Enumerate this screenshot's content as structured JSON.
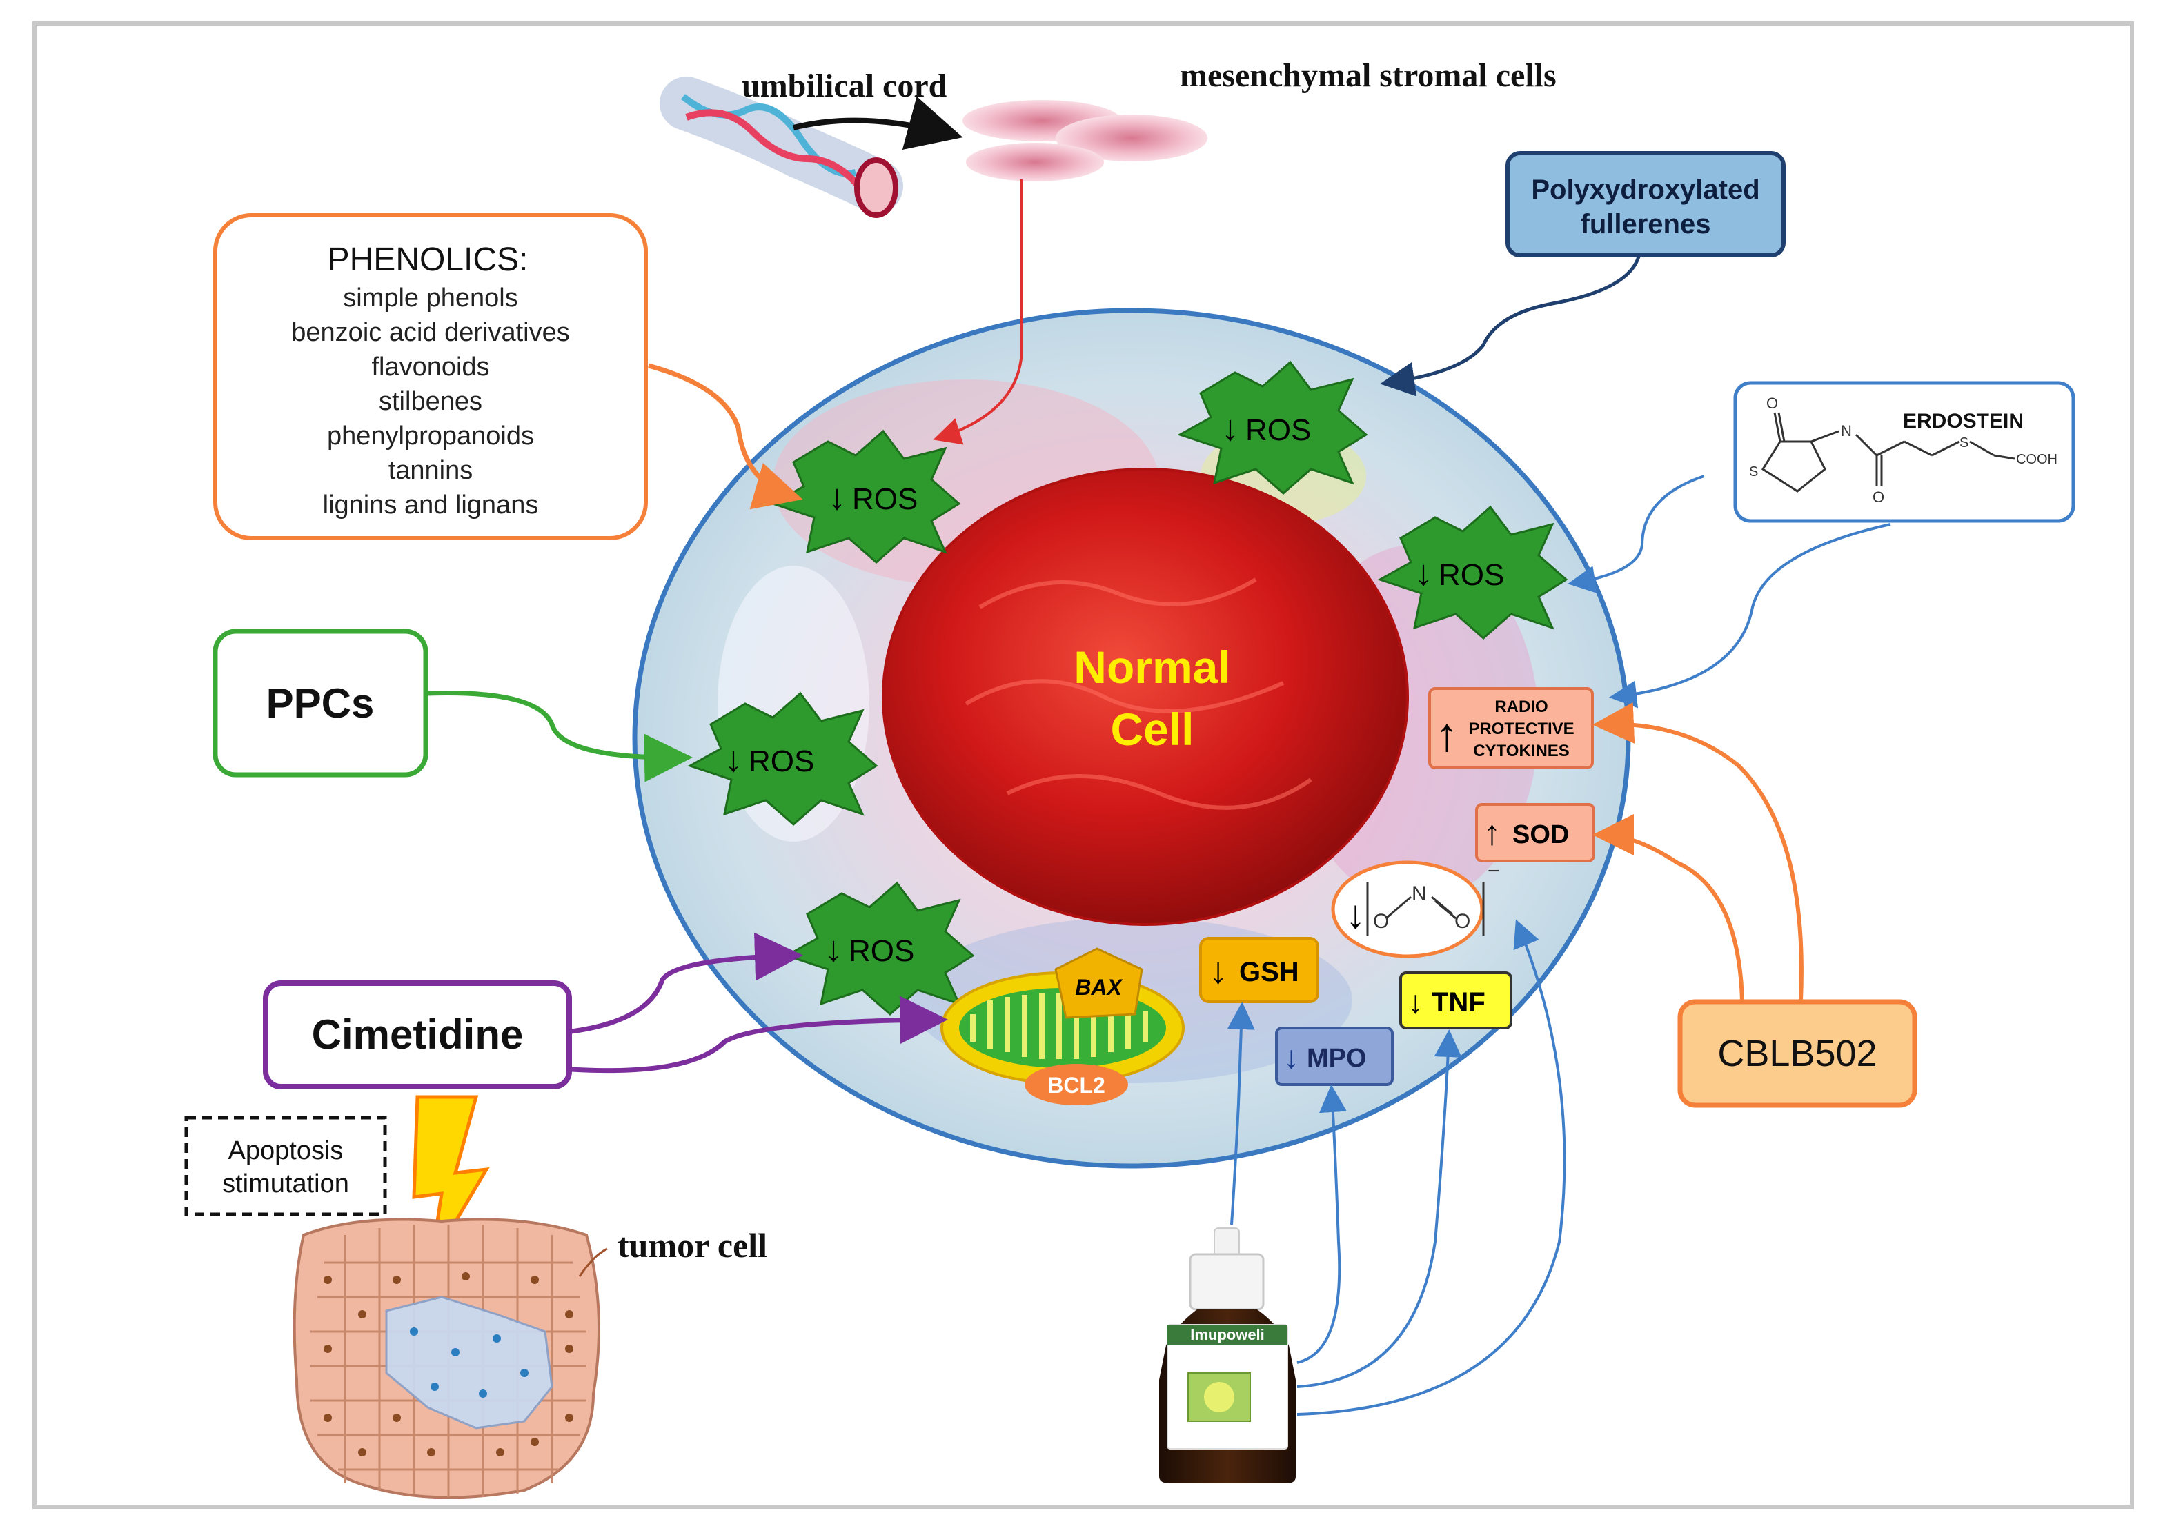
{
  "labels": {
    "umbilical_cord": "umbilical cord",
    "msc": "mesenchymal stromal cells",
    "fullerenes_line1": "Polyxydroxylated",
    "fullerenes_line2": "fullerenes",
    "phenolics_title": "PHENOLICS:",
    "phenolics_items": [
      "simple phenols",
      "benzoic acid derivatives",
      "flavonoids",
      "stilbenes",
      "phenylpropanoids",
      "tannins",
      "lignins and lignans"
    ],
    "ppcs": "PPCs",
    "cimetidine": "Cimetidine",
    "apoptosis_line1": "Apoptosis",
    "apoptosis_line2": "stimutation",
    "tumor_cell": "tumor cell",
    "erdostein": "ERDOSTEIN",
    "chem_o": "O",
    "chem_s1": "S",
    "chem_n": "N",
    "chem_o2": "O",
    "chem_s2": "S",
    "chem_cooh": "COOH",
    "cblb502": "CBLB502",
    "normal_line1": "Normal",
    "normal_line2": "Cell",
    "ros": "ROS",
    "radio_line1": "RADIO",
    "radio_line2": "PROTECTIVE",
    "radio_line3": "CYTOKINES",
    "sod": "SOD",
    "gsh": "GSH",
    "mpo": "MPO",
    "tnf": "TNF",
    "bax": "BAX",
    "bcl2": "BCL2",
    "peroxy_o1": "O",
    "peroxy_n": "N",
    "peroxy_o2": "O",
    "peroxy_minus": "−",
    "bottle_brand": "Imupoweli"
  },
  "colors": {
    "orange": "#f5803a",
    "green": "#3aa935",
    "purple": "#7b2e9c",
    "blue": "#3f7ec8",
    "navy": "#1f3f6e",
    "red": "#e03030",
    "ros_green": "#2e9a2e",
    "cell_blue": "#c9dde8",
    "nucleus_red": "#d01818",
    "yellow_text": "#ffee00",
    "salmon": "#fbb39a",
    "gsh_orange": "#f6b400",
    "tnf_yellow": "#ffff33",
    "mpo_blue": "#8fa7d8"
  }
}
